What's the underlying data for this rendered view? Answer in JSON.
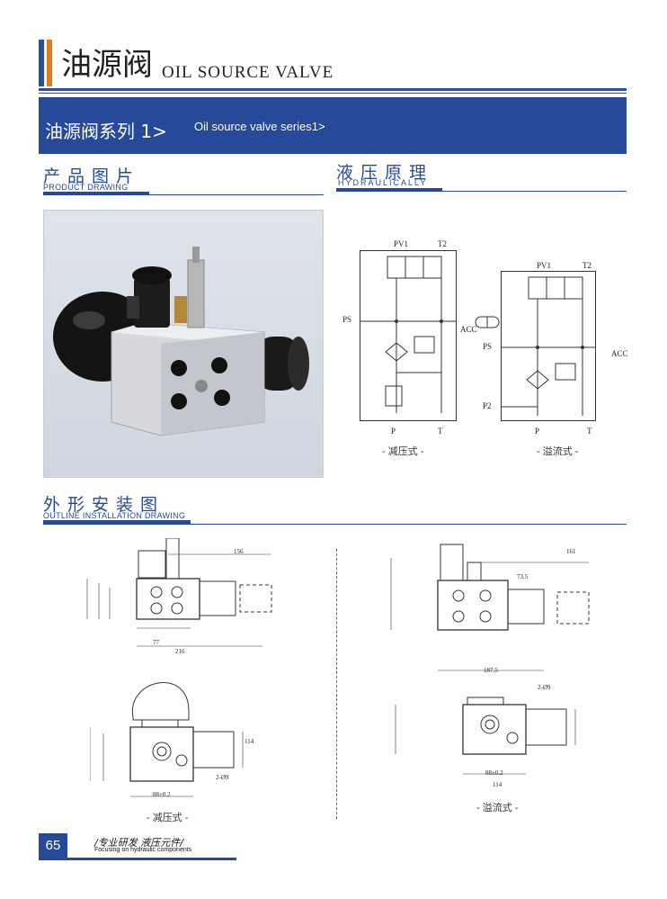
{
  "header": {
    "title_cn": "油源阀",
    "title_en": "OIL SOURCE VALVE"
  },
  "banner": {
    "series_cn": "油源阀系列 1>",
    "series_en": "Oil source valve series1>"
  },
  "sections": {
    "product": {
      "cn": "产品图片",
      "en": "PRODUCT DRAWING"
    },
    "hydraulic": {
      "cn": "液压原理",
      "en": "HYDRAULICALLY"
    },
    "outline": {
      "cn": "外形安装图",
      "en": "OUTLINE INSTALLATION DRAWING"
    }
  },
  "schematics": {
    "left": {
      "caption": "- 减压式 -",
      "labels": {
        "pv1": "PV1",
        "t2": "T2",
        "ps": "PS",
        "acc": "ACC",
        "p": "P",
        "t": "T"
      }
    },
    "right": {
      "caption": "- 溢流式 -",
      "labels": {
        "pv1": "PV1",
        "t2": "T2",
        "ps": "PS",
        "acc": "ACC",
        "p2": "P2",
        "p": "P",
        "t": "T"
      }
    }
  },
  "drawings": {
    "left_caption": "- 减压式 -",
    "right_caption": "- 溢流式 -",
    "dims_left_top": {
      "d1": "156",
      "d2": "216",
      "d3": "77"
    },
    "dims_right_top": {
      "d1": "161",
      "d2": "73.5",
      "d3": "187.5"
    },
    "dims_left_bottom": {
      "d1": "88±0.2",
      "d2": "2-Ø9",
      "d3": "114"
    },
    "dims_right_bottom": {
      "d1": "2-Ø9",
      "d2": "88±0.2",
      "d3": "114"
    }
  },
  "footer": {
    "page_number": "65",
    "slogan_cn": "/专业研发  液压元件/",
    "slogan_en": "Focusing on hydraulic components"
  }
}
